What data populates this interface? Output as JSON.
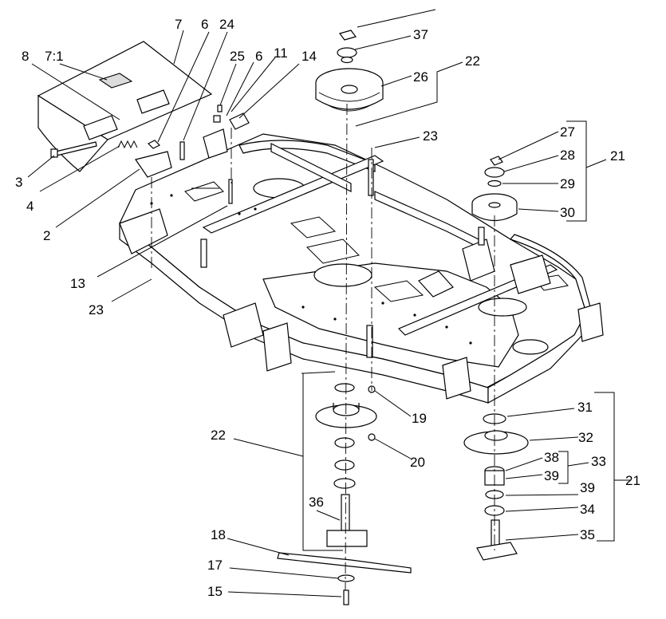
{
  "callouts": [
    {
      "id": "c7",
      "text": "7"
    },
    {
      "id": "c6a",
      "text": "6"
    },
    {
      "id": "c24",
      "text": "24"
    },
    {
      "id": "c8",
      "text": "8"
    },
    {
      "id": "c71",
      "text": "7:1"
    },
    {
      "id": "c25",
      "text": "25"
    },
    {
      "id": "c6b",
      "text": "6"
    },
    {
      "id": "c11",
      "text": "11"
    },
    {
      "id": "c14",
      "text": "14"
    },
    {
      "id": "c37",
      "text": "37"
    },
    {
      "id": "c22a",
      "text": "22"
    },
    {
      "id": "c26",
      "text": "26"
    },
    {
      "id": "c23a",
      "text": "23"
    },
    {
      "id": "c27",
      "text": "27"
    },
    {
      "id": "c28",
      "text": "28"
    },
    {
      "id": "c21a",
      "text": "21"
    },
    {
      "id": "c29",
      "text": "29"
    },
    {
      "id": "c30",
      "text": "30"
    },
    {
      "id": "c3",
      "text": "3"
    },
    {
      "id": "c4",
      "text": "4"
    },
    {
      "id": "c2",
      "text": "2"
    },
    {
      "id": "c13",
      "text": "13"
    },
    {
      "id": "c23b",
      "text": "23"
    },
    {
      "id": "c31",
      "text": "31"
    },
    {
      "id": "c19",
      "text": "19"
    },
    {
      "id": "c22b",
      "text": "22"
    },
    {
      "id": "c32",
      "text": "32"
    },
    {
      "id": "c38",
      "text": "38"
    },
    {
      "id": "c33",
      "text": "33"
    },
    {
      "id": "c39a",
      "text": "39"
    },
    {
      "id": "c20",
      "text": "20"
    },
    {
      "id": "c39b",
      "text": "39"
    },
    {
      "id": "c21b",
      "text": "21"
    },
    {
      "id": "c36",
      "text": "36"
    },
    {
      "id": "c34",
      "text": "34"
    },
    {
      "id": "c35",
      "text": "35"
    },
    {
      "id": "c18",
      "text": "18"
    },
    {
      "id": "c17",
      "text": "17"
    },
    {
      "id": "c15",
      "text": "15"
    }
  ]
}
